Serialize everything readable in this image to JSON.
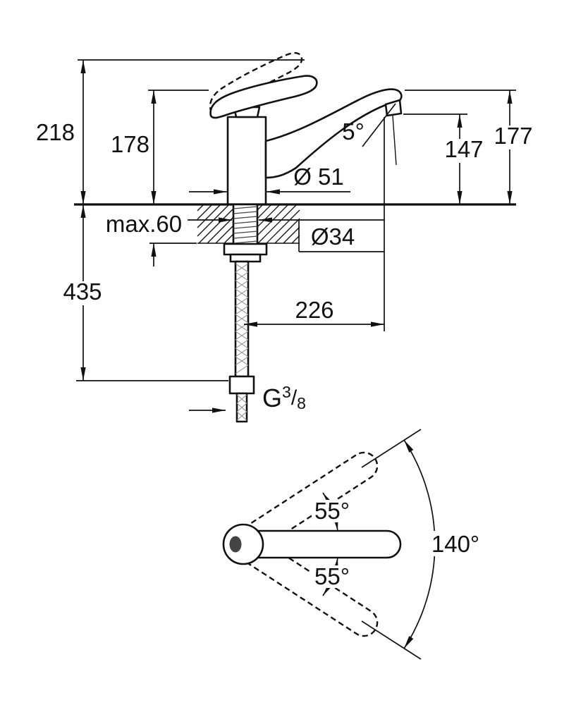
{
  "colors": {
    "line": "#111111",
    "background": "#ffffff"
  },
  "side_view": {
    "dims": {
      "overall_height": "218",
      "lever_height": "178",
      "spout_height": "177",
      "outlet_height": "147",
      "spout_angle": "5°",
      "base_diameter": "Ø 51",
      "hole_diameter": "Ø34",
      "max_thickness": "max.60",
      "hose_length": "435",
      "spout_reach": "226",
      "thread": {
        "g": "G",
        "num": "3",
        "slash": "/",
        "den": "8"
      }
    }
  },
  "top_view": {
    "dims": {
      "swivel_upper": "55°",
      "swivel_lower": "55°",
      "total_swivel": "140°"
    }
  }
}
